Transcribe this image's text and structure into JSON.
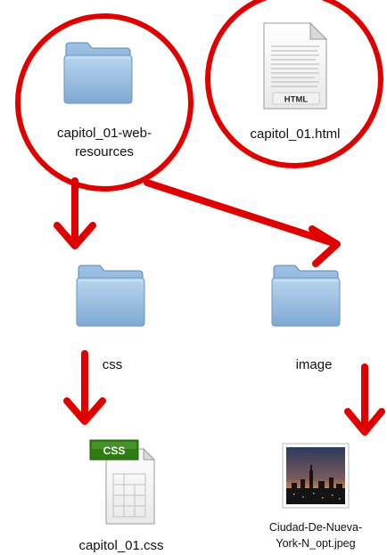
{
  "nodes": {
    "web_resources_folder": {
      "label_line1": "capitol_01-web-",
      "label_line2": "resources",
      "icon": "folder-icon"
    },
    "html_file": {
      "label": "capitol_01.html",
      "icon": "html-document-icon",
      "badge": "HTML"
    },
    "css_folder": {
      "label": "css",
      "icon": "folder-icon"
    },
    "image_folder": {
      "label": "image",
      "icon": "folder-icon"
    },
    "css_file": {
      "label": "capitol_01.css",
      "icon": "css-document-icon",
      "badge": "CSS"
    },
    "image_file": {
      "label_line1": "Ciudad-De-Nueva-",
      "label_line2": "York-N_opt.jpeg",
      "icon": "image-thumbnail-icon"
    }
  },
  "colors": {
    "highlight_red": "#e00000",
    "folder_blue": "#8fb4d9",
    "css_badge_green": "#2f7d12"
  }
}
